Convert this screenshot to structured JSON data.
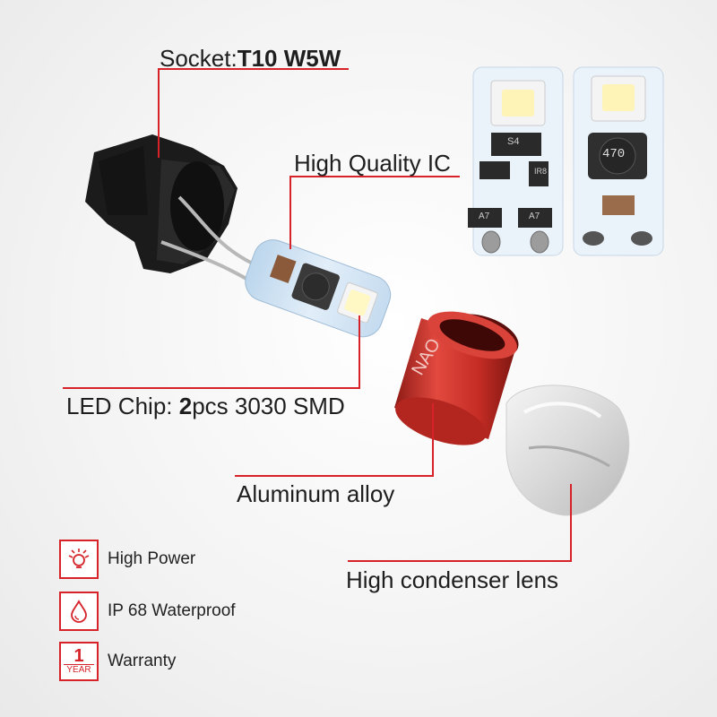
{
  "labels": {
    "socket_prefix": "Socket:",
    "socket_value": "T10 W5W",
    "ic": "High Quality IC",
    "led_prefix": "LED Chip: ",
    "led_bold": "2",
    "led_suffix": "pcs 3030 SMD",
    "alloy": "Aluminum alloy",
    "lens": "High condenser lens"
  },
  "chip_marks": {
    "inductor": "470",
    "left_ic": "S4",
    "left_small_a": "A7",
    "left_small_b": "A7",
    "left_res": "IR8"
  },
  "features": [
    {
      "icon": "bulb-icon",
      "label": "High Power"
    },
    {
      "icon": "water-drop-icon",
      "label": "IP 68 Waterproof"
    },
    {
      "icon": "warranty-icon",
      "label": "Warranty",
      "num": "1",
      "unit": "YEAR"
    }
  ],
  "colors": {
    "accent": "#d6232a",
    "housing": "#c8302a",
    "pcb": "#cfe3f3"
  }
}
